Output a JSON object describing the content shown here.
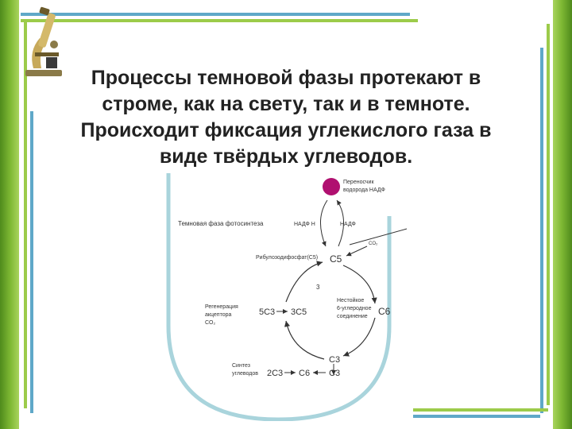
{
  "slide": {
    "title_lines": [
      "Процессы темновой фазы протекают в",
      "строме, как на свету, так и в темноте.",
      "Происходит фиксация углекислого газа в",
      "виде твёрдых углеводов."
    ]
  },
  "diagram": {
    "carriers_label": [
      "Переносчик",
      "водорода НАДФ"
    ],
    "phase_label": "Темновая фаза фотосинтеза",
    "nadph_label": "НАДФ Н",
    "nadp_label": "НАДФ",
    "co2_label": "CO₂",
    "ribulose_label": "Рибулозодифосфат(C5)",
    "c5_label": "C5",
    "number_label": "3",
    "regeneration_label": [
      "Регенерация",
      "акцептора",
      "CO₂"
    ],
    "regen_eq_left": "5C3",
    "regen_eq_right": "3C5",
    "unstable_label": [
      "Нестойкое",
      "6-углеродное",
      "соединение"
    ],
    "c6_label": "C6",
    "c3_upper_label": "C3",
    "synthesis_label": [
      "Синтез",
      "углеводов"
    ],
    "synth_eq_left": "2C3",
    "synth_eq_right": "C6",
    "c3_lower_label": "C3"
  },
  "colors": {
    "frame_green": "#7fb934",
    "rule_blue": "#5fa8c8",
    "rule_green": "#9ccb4a",
    "ball": "#b01070"
  }
}
